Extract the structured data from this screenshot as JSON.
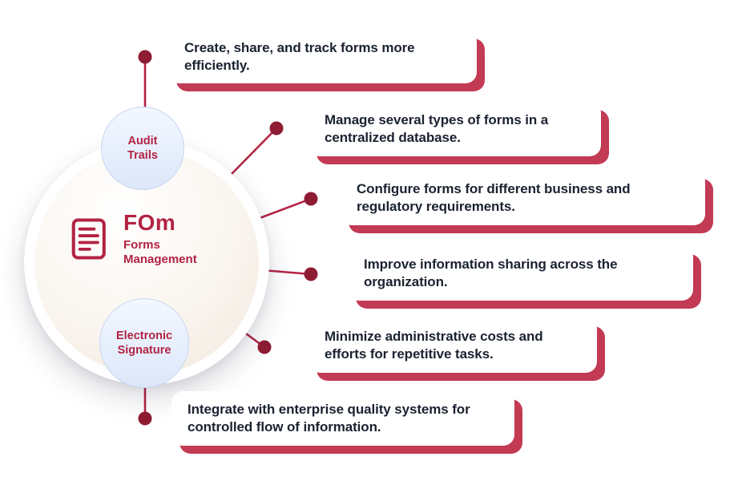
{
  "center": {
    "abbr": "FOm",
    "label_line1": "Forms",
    "label_line2": "Management",
    "icon": "form-document-icon"
  },
  "satellites": [
    {
      "label": "Audit Trails"
    },
    {
      "label": "Electronic Signature"
    }
  ],
  "benefits": [
    {
      "text": "Create, share, and track forms more efficiently."
    },
    {
      "text": "Manage several types of forms in a centralized database."
    },
    {
      "text": "Configure forms for different business and regulatory requirements."
    },
    {
      "text": "Improve information sharing across the organization."
    },
    {
      "text": "Minimize administrative costs and efforts for repetitive tasks."
    },
    {
      "text": "Integrate with enterprise quality systems for controlled flow of information."
    }
  ],
  "colors": {
    "accent": "#B22343",
    "card_shadow": "#C23A54",
    "connector_dot": "#8E1C33",
    "card_text": "#1B2230",
    "satellite_fill_top": "#F3F8FF",
    "satellite_fill_bottom": "#DCE7FA",
    "center_fill": "#FAF5EF"
  }
}
